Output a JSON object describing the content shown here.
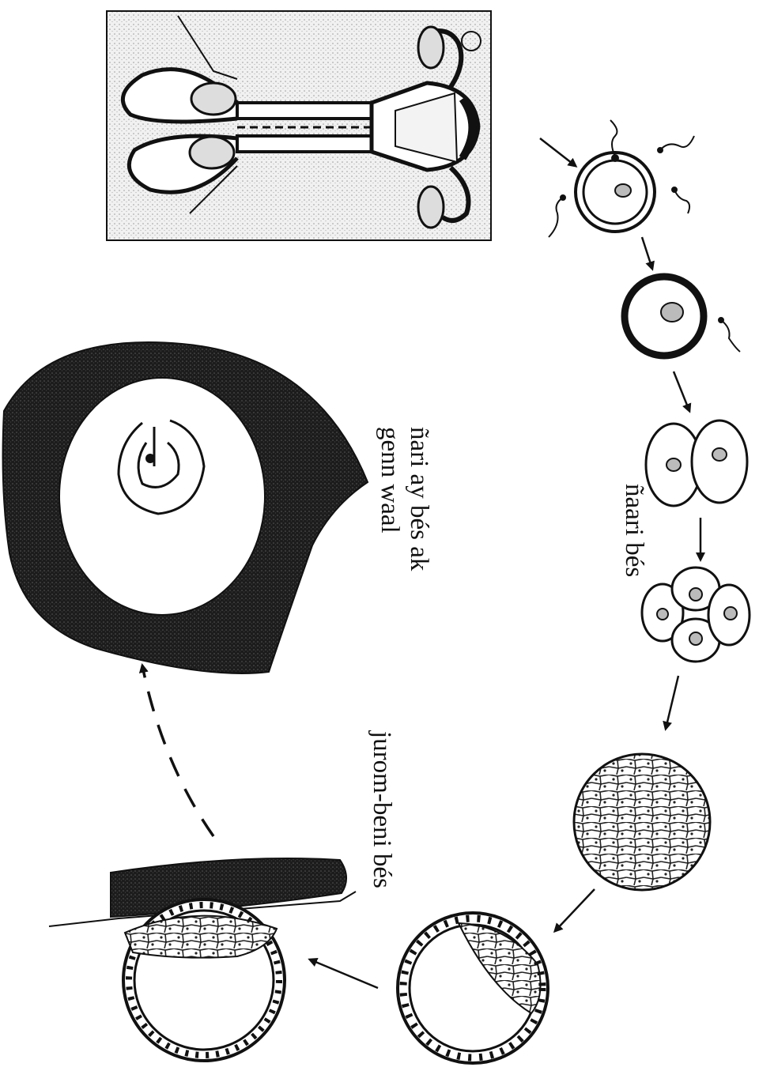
{
  "diagram": {
    "labels": {
      "two_days": "ñaari bés",
      "twelve_days": "ñari ay bés ak genn waal",
      "seven_days": "jurom-beni bés"
    }
  }
}
